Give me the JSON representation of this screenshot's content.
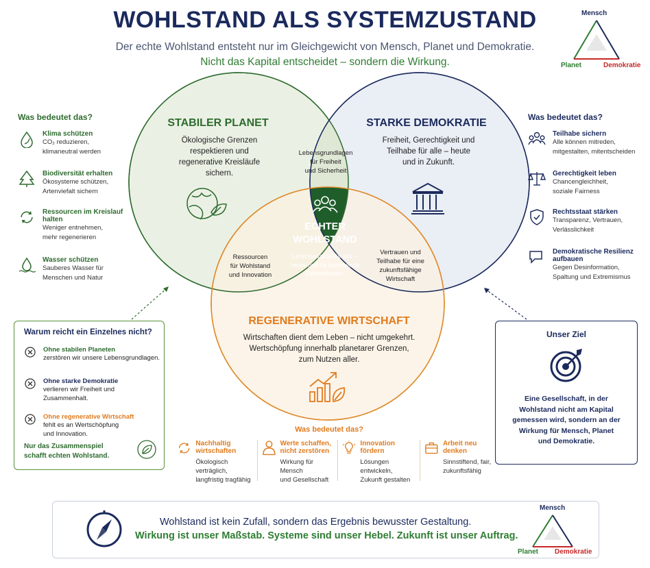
{
  "header": {
    "title": "WOHLSTAND ALS SYSTEMZUSTAND",
    "subtitle": "Der echte Wohlstand entsteht nur im Gleichgewicht von Mensch, Planet und Demokratie.",
    "tagline": "Nicht das Kapital entscheidet – sondern die Wirkung."
  },
  "triangle": {
    "top": "Mensch",
    "left": "Planet",
    "right": "Demokratie"
  },
  "left_panel": {
    "heading": "Was bedeutet das?",
    "items": [
      {
        "icon": "leaf-drop-icon",
        "title": "Klima schützen",
        "desc": [
          "CO₂ reduzieren,",
          "klimaneutral werden"
        ]
      },
      {
        "icon": "tree-icon",
        "title": "Biodiversität erhalten",
        "desc": [
          "Ökosysteme schützen,",
          "Artenviefalt sichern"
        ]
      },
      {
        "icon": "recycle-icon",
        "title": "Ressourcen im Kreislauf halten",
        "desc": [
          "Weniger entnehmen,",
          "mehr regenerieren"
        ]
      },
      {
        "icon": "water-drop-icon",
        "title": "Wasser schützen",
        "desc": [
          "Sauberes Wasser für",
          "Menschen und Natur"
        ]
      }
    ]
  },
  "right_panel": {
    "heading": "Was bedeutet das?",
    "items": [
      {
        "icon": "people-icon",
        "title": "Teilhabe sichern",
        "desc": [
          "Alle können mitreden,",
          "mitgestalten, mitentscheiden"
        ]
      },
      {
        "icon": "scales-icon",
        "title": "Gerechtigkeit leben",
        "desc": [
          "Chancengleichheit,",
          "soziale Fairness"
        ]
      },
      {
        "icon": "shield-icon",
        "title": "Rechtsstaat stärken",
        "desc": [
          "Transparenz, Vertrauen,",
          "Verlässlichkeit"
        ]
      },
      {
        "icon": "speech-bubble-icon",
        "title": "Demokratische Resilienz aufbauen",
        "desc": [
          "Gegen Desinformation,",
          "Spaltung und Extremismus"
        ]
      }
    ]
  },
  "venn": {
    "planet": {
      "title": "STABILER PLANET",
      "text": [
        "Ökologische Grenzen",
        "respektieren und",
        "regenerative Kreisläufe",
        "sichern."
      ]
    },
    "democracy": {
      "title": "STARKE DEMOKRATIE",
      "text": [
        "Freiheit, Gerechtigkeit und",
        "Teilhabe für alle – heute",
        "und in Zukunft."
      ]
    },
    "economy": {
      "title": "REGENERATIVE WIRTSCHAFT",
      "text": [
        "Wirtschaften dient dem Leben – nicht umgekehrt.",
        "Wertschöpfung innerhalb planetarer Grenzen,",
        "zum Nutzen aller."
      ]
    },
    "planet_democracy": [
      "Lebensgrundlagen",
      "für Freiheit",
      "und Sicherheit"
    ],
    "planet_economy": [
      "Ressourcen",
      "für Wohlstand",
      "und Innovation"
    ],
    "democracy_economy": [
      "Vertrauen und",
      "Teilhabe für eine",
      "zukunftsfähige",
      "Wirtschaft"
    ],
    "center": {
      "title": [
        "ECHTER",
        "WOHLSTAND"
      ],
      "text": [
        "Lebensqualität für alle –",
        "heute und für kommende",
        "Generationen."
      ]
    }
  },
  "why_box": {
    "heading": "Warum reicht ein Einzelnes nicht?",
    "items": [
      {
        "title": "Ohne stabilen Planeten",
        "desc": [
          "zerstören wir unsere Lebensgrundlagen."
        ]
      },
      {
        "title": "Ohne starke Demokratie",
        "desc": [
          "verlieren wir Freiheit und",
          "Zusammenhalt."
        ]
      },
      {
        "title": "Ohne regenerative Wirtschaft",
        "desc": [
          "fehlt es an Wertschöpfung",
          "und Innovation."
        ]
      }
    ],
    "conclusion": [
      "Nur das Zusammenspiel",
      "schafft echten Wohlstand."
    ]
  },
  "goal_box": {
    "heading": "Unser Ziel",
    "text": [
      "Eine Gesellschaft, in der",
      "Wohlstand nicht am Kapital",
      "gemessen wird, sondern an der",
      "Wirkung für Mensch, Planet",
      "und Demokratie."
    ]
  },
  "economy_panel": {
    "heading": "Was bedeutet das?",
    "items": [
      {
        "icon": "cycle-icon",
        "title": [
          "Nachhaltig",
          "wirtschaften"
        ],
        "desc": [
          "Ökologisch verträglich,",
          "langfristig tragfähig"
        ]
      },
      {
        "icon": "person-icon",
        "title": [
          "Werte schaffen,",
          "nicht zerstören"
        ],
        "desc": [
          "Wirkung für Mensch",
          "und Gesellschaft"
        ]
      },
      {
        "icon": "lightbulb-icon",
        "title": [
          "Innovation fördern"
        ],
        "desc": [
          "Lösungen entwickeln,",
          "Zukunft gestalten"
        ]
      },
      {
        "icon": "briefcase-icon",
        "title": [
          "Arbeit neu denken"
        ],
        "desc": [
          "Sinnstiftend, fair,",
          "zukunftsfähig"
        ]
      }
    ]
  },
  "footer": {
    "line1": "Wohlstand ist kein Zufall, sondern das Ergebnis bewusster Gestaltung.",
    "line2": "Wirkung ist unser Maßstab. Systeme sind unser Hebel. Zukunft ist unser Auftrag."
  },
  "colors": {
    "navy": "#1b2a5c",
    "green": "#2e7d32",
    "orange": "#e07b1d",
    "red": "#c62828",
    "dark_green": "#1f5e2a"
  }
}
